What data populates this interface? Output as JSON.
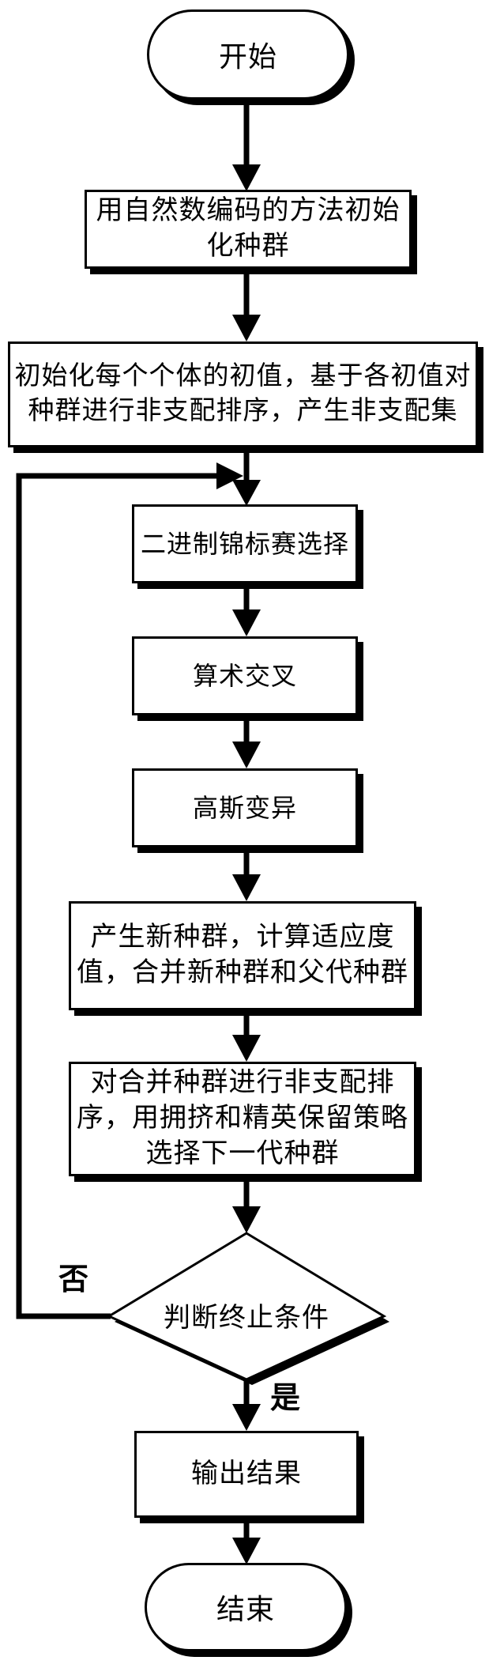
{
  "flowchart": {
    "title": "NSGA-II style genetic algorithm flowchart",
    "colors": {
      "stroke": "#000000",
      "fill": "#ffffff",
      "background": "#ffffff",
      "text": "#000000"
    },
    "nodes": {
      "start": {
        "type": "terminator",
        "label": "开始",
        "lines": [
          "开始"
        ]
      },
      "init_population": {
        "type": "process",
        "label": "用自然数编码的方法初始化种群",
        "lines": [
          "用自然数编码的方法初始",
          "化种群"
        ]
      },
      "init_values": {
        "type": "process",
        "label": "初始化每个个体的初值，基于各初值对种群进行非支配排序，产生非支配集",
        "lines": [
          "初始化每个个体的初值，基于各初值对",
          "种群进行非支配排序，产生非支配集"
        ]
      },
      "tournament": {
        "type": "process",
        "label": "二进制锦标赛选择",
        "lines": [
          "二进制锦标赛选择"
        ]
      },
      "crossover": {
        "type": "process",
        "label": "算术交叉",
        "lines": [
          "算术交叉"
        ]
      },
      "mutation": {
        "type": "process",
        "label": "高斯变异",
        "lines": [
          "高斯变异"
        ]
      },
      "new_population": {
        "type": "process",
        "label": "产生新种群，计算适应度值，合并新种群和父代种群",
        "lines": [
          "产生新种群，计算适应度",
          "值，合并新种群和父代种群"
        ]
      },
      "select_next": {
        "type": "process",
        "label": "对合并种群进行非支配排序，用拥挤和精英保留策略选择下一代种群",
        "lines": [
          "对合并种群进行非支配排",
          "序，用拥挤和精英保留策略",
          "选择下一代种群"
        ]
      },
      "decision": {
        "type": "decision",
        "label": "判断终止条件",
        "lines": [
          "判断终止条件"
        ]
      },
      "output": {
        "type": "process",
        "label": "输出结果",
        "lines": [
          "输出结果"
        ]
      },
      "end": {
        "type": "terminator",
        "label": "结束",
        "lines": [
          "结束"
        ]
      }
    },
    "edge_labels": {
      "no": "否",
      "yes": "是"
    }
  }
}
